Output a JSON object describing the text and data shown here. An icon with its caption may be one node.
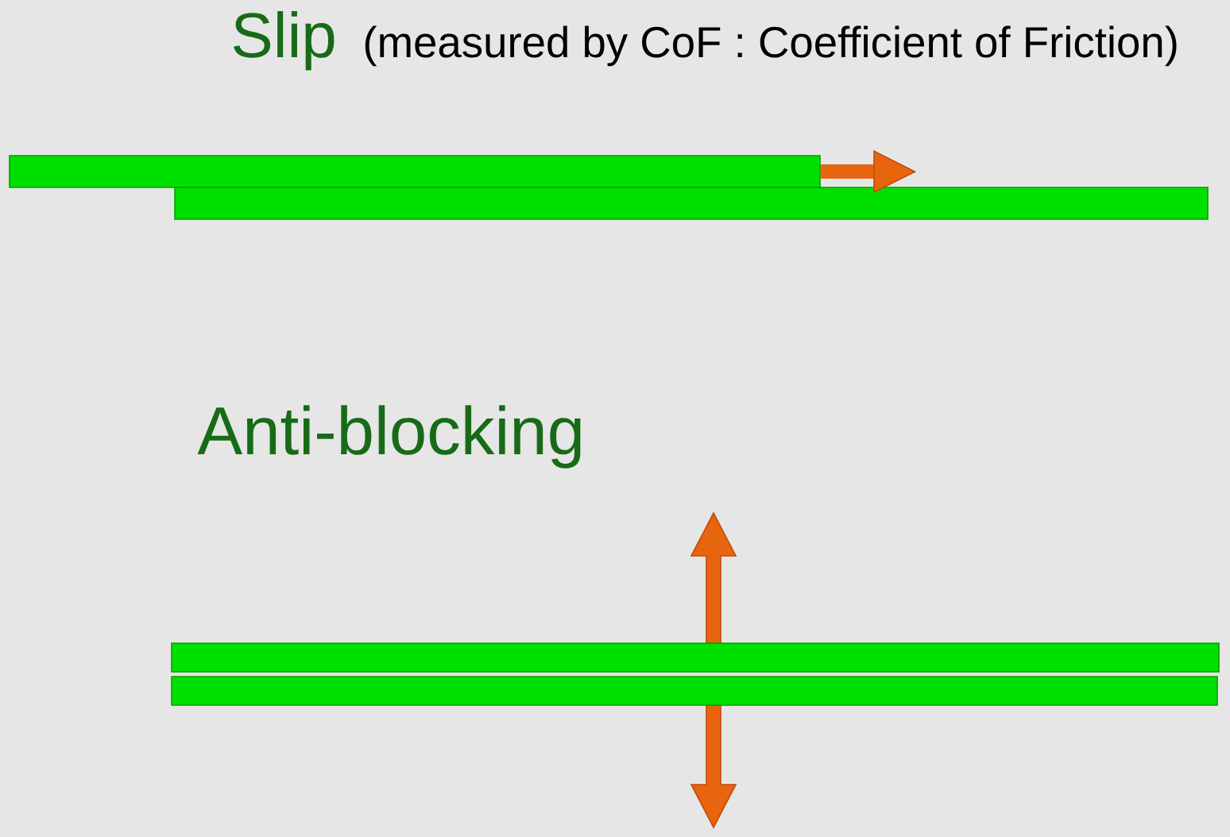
{
  "diagram": {
    "nodes": [
      {
        "text": [],
        "shape": "bar"
      },
      {
        "text": [],
        "shape": "bar"
      },
      {
        "text": [],
        "shape": "bar"
      },
      {
        "text": [],
        "shape": "bar"
      }
    ],
    "edges": [
      {
        "from": 0,
        "to": 1,
        "arrow": "to"
      }
    ],
    "labels": [
      "Slip",
      "(measured by CoF : Coefficient of Friction)",
      "Anti-blocking"
    ]
  }
}
